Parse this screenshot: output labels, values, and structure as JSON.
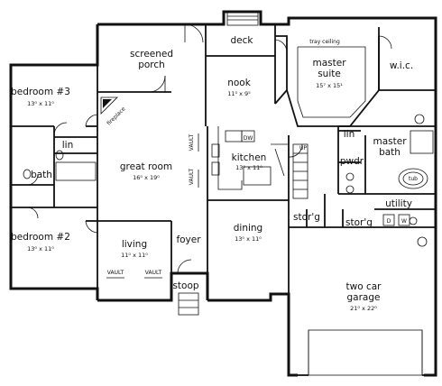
{
  "rooms": {
    "deck": {
      "name": "deck",
      "dim": ""
    },
    "screened_porch": {
      "name_line1": "screened",
      "name_line2": "porch",
      "dim": ""
    },
    "master_suite": {
      "name_line1": "master",
      "name_line2": "suite",
      "dim": "15⁷ x 15¹"
    },
    "wic": {
      "name": "w.i.c.",
      "dim": ""
    },
    "tray_ceiling": {
      "name": "tray ceiling"
    },
    "nook": {
      "name": "nook",
      "dim": "11⁰ x 9⁵"
    },
    "bedroom3": {
      "name": "bedroom #3",
      "dim": "13⁰ x 11⁰"
    },
    "fireplace": {
      "name": "fireplace"
    },
    "lin_left": {
      "name": "lin"
    },
    "bath": {
      "name": "bath"
    },
    "great_room": {
      "name": "great room",
      "dim": "16⁰ x 19⁰"
    },
    "vault_left": {
      "name": "VAULT"
    },
    "vault_right": {
      "name": "VAULT"
    },
    "kitchen": {
      "name": "kitchen",
      "dim": "13⁰ x 11⁰"
    },
    "dw": {
      "name": "DW"
    },
    "lin_master": {
      "name": "lin"
    },
    "pwdr": {
      "name": "pwdr"
    },
    "master_bath": {
      "name_line1": "master",
      "name_line2": "bath"
    },
    "tub": {
      "name": "tub"
    },
    "utility": {
      "name": "utility"
    },
    "storage_left": {
      "name": "stor'g"
    },
    "storage_right": {
      "name": "stor'g"
    },
    "bedroom2": {
      "name": "bedroom #2",
      "dim": "13⁰ x 11⁰"
    },
    "living": {
      "name": "living",
      "dim": "11⁰ x 11⁰"
    },
    "vault_living_left": {
      "name": "VAULT"
    },
    "vault_living_right": {
      "name": "VAULT"
    },
    "foyer": {
      "name": "foyer"
    },
    "dining": {
      "name": "dining",
      "dim": "13⁰ x 11⁰"
    },
    "stoop": {
      "name": "stoop"
    },
    "garage": {
      "name_line1": "two car",
      "name_line2": "garage",
      "dim": "21⁰ x 22⁰"
    },
    "up": {
      "name": "UP"
    },
    "dryer": {
      "name": "D"
    },
    "washer": {
      "name": "W"
    }
  }
}
